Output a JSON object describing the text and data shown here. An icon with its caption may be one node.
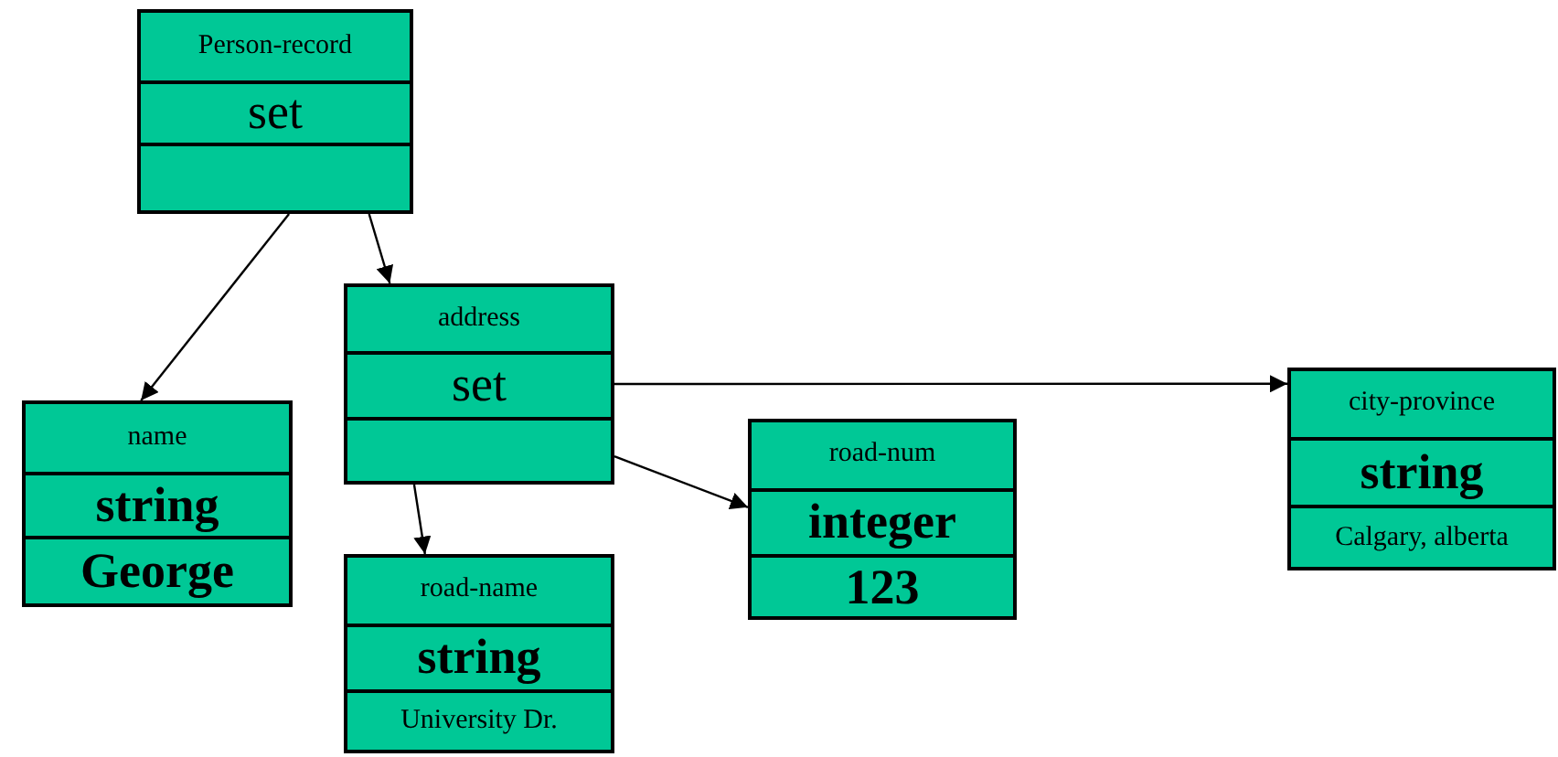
{
  "diagram": {
    "nodes": [
      {
        "text": [
          "Person-record",
          "set"
        ]
      },
      {
        "text": [
          "name",
          "string",
          "George"
        ]
      },
      {
        "text": [
          "address",
          "set"
        ]
      },
      {
        "text": [
          "road-name",
          "string",
          "University Dr."
        ]
      },
      {
        "text": [
          "road-num",
          "integer",
          "123"
        ]
      },
      {
        "text": [
          "city-province",
          "string",
          "Calgary, alberta"
        ]
      }
    ],
    "edges": [
      {
        "from": 0,
        "to": 1,
        "arrow": "to"
      },
      {
        "from": 0,
        "to": 2,
        "arrow": "to"
      },
      {
        "from": 2,
        "to": 3,
        "arrow": "to"
      },
      {
        "from": 2,
        "to": 4,
        "arrow": "to"
      },
      {
        "from": 2,
        "to": 5,
        "arrow": "to"
      }
    ]
  }
}
